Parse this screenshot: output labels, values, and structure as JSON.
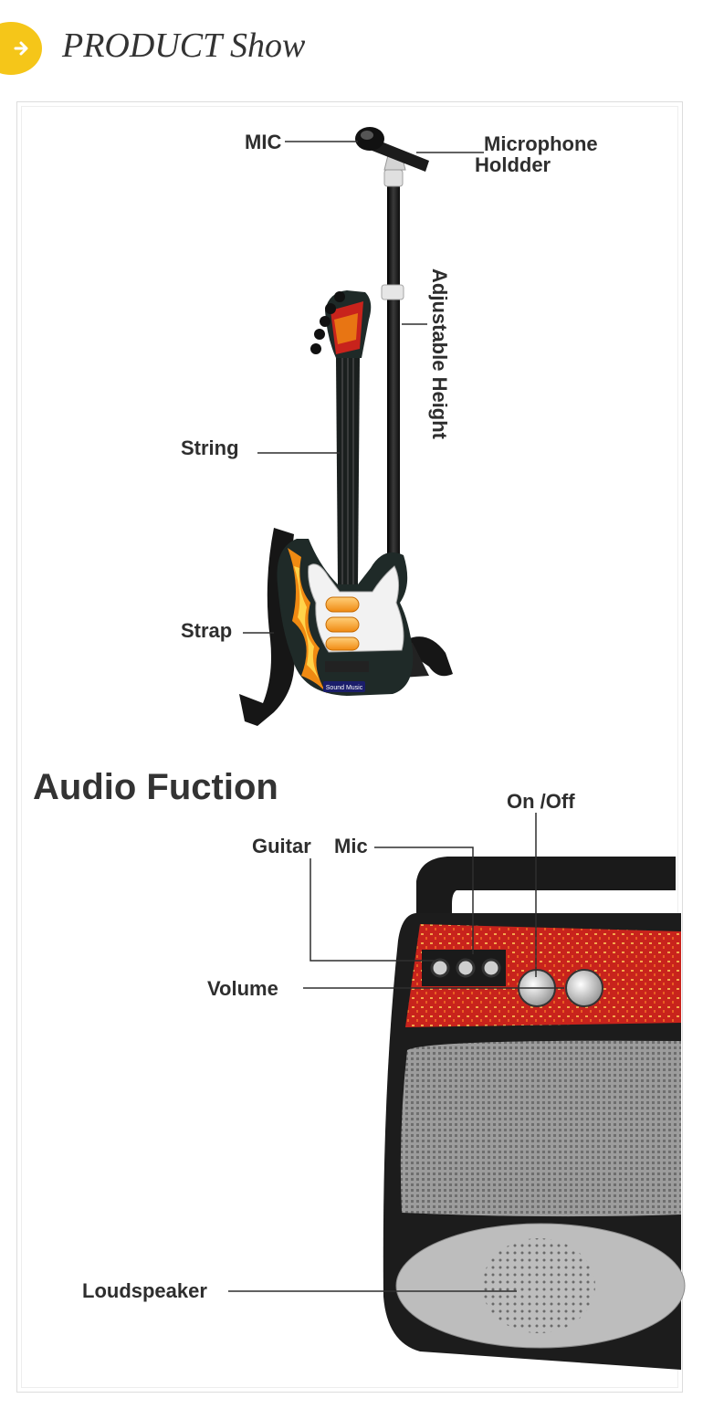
{
  "header": {
    "title": "PRODUCT Show",
    "badge_color": "#f5c619",
    "icon": "arrow-right-icon"
  },
  "guitar_section": {
    "labels": {
      "mic": "MIC",
      "mic_holder_line1": "Microphone",
      "mic_holder_line2": "Holdder",
      "adjustable_height": "Adjustable Height",
      "string": "String",
      "strap": "Strap",
      "brand": "Sound Music"
    }
  },
  "audio_section": {
    "heading": "Audio Fuction",
    "labels": {
      "on_off": "On /Off",
      "guitar": "Guitar",
      "mic": "Mic",
      "volume": "Volume",
      "loudspeaker": "Loudspeaker"
    }
  },
  "colors": {
    "accent": "#f5c619",
    "text": "#2e2e2e",
    "amp_red": "#c8231c",
    "guitar_body": "#1f2a28",
    "flame_orange": "#f08a12"
  }
}
